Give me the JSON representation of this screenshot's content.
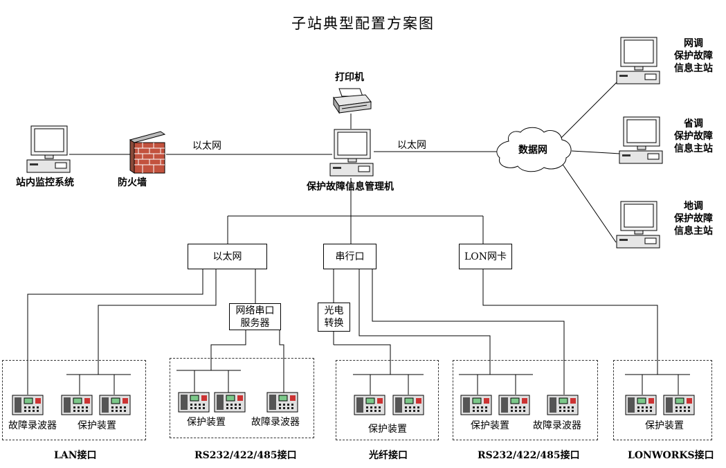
{
  "title": "子站典型配置方案图",
  "nodes": {
    "local_monitor": "站内监控系统",
    "firewall": "防火墙",
    "printer": "打印机",
    "manager": "保护故障信息管理机",
    "data_network": "数据网",
    "ethernet_left": "以太网",
    "ethernet_right": "以太网"
  },
  "remote_stations": [
    {
      "line1": "网调",
      "line2": "保护故障",
      "line3": "信息主站"
    },
    {
      "line1": "省调",
      "line2": "保护故障",
      "line3": "信息主站"
    },
    {
      "line1": "地调",
      "line2": "保护故障",
      "line3": "信息主站"
    }
  ],
  "interfaces": {
    "ethernet": "以太网",
    "serial": "串行口",
    "lon": "LON网卡",
    "net_serial_server_l1": "网络串口",
    "net_serial_server_l2": "服务器",
    "optical_l1": "光电",
    "optical_l2": "转换"
  },
  "device_labels": {
    "fault_recorder": "故障录波器",
    "protection": "保护装置"
  },
  "group_captions": [
    "LAN接口",
    "RS232/422/485接口",
    "光纤接口",
    "RS232/422/485接口",
    "LONWORKS接口"
  ]
}
